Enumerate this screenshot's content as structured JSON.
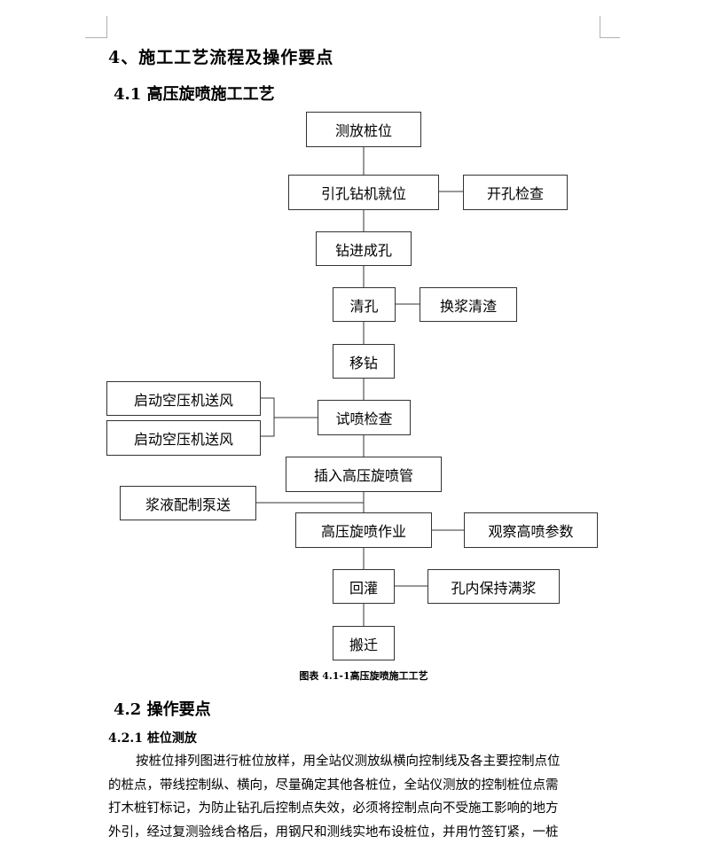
{
  "heading": "4、施工工艺流程及操作要点",
  "section_4_1": "4.1 高压旋喷施工工艺",
  "flowchart": {
    "n1": "测放桩位",
    "n2": "引孔钻机就位",
    "n2_side": "开孔检查",
    "n3": "钻进成孔",
    "n4": "清孔",
    "n4_side": "换浆清渣",
    "n5": "移钻",
    "left_a": "启动空压机送风",
    "left_b": "启动空压机送风",
    "n6": "试喷检查",
    "n7": "插入高压旋喷管",
    "left_c": "浆液配制泵送",
    "n8": "高压旋喷作业",
    "n8_side": "观察高喷参数",
    "n9": "回灌",
    "n9_side": "孔内保持满浆",
    "n10": "搬迁"
  },
  "figure_caption": "图表 4.1-1高压旋喷施工工艺",
  "section_4_2": "4.2 操作要点",
  "section_4_2_1": "4.2.1 桩位测放",
  "paragraph_lines": [
    "按桩位排列图进行桩位放样，用全站仪测放纵横向控制线及各主要控制点位",
    "的桩点，带线控制纵、横向，尽量确定其他各桩位，全站仪测放的控制桩位点需",
    "打木桩钉标记，为防止钻孔后控制点失效，必须将控制点向不受施工影响的地方",
    "外引，经过复测验线合格后，用钢尺和测线实地布设桩位，并用竹签钉紧，一桩"
  ]
}
